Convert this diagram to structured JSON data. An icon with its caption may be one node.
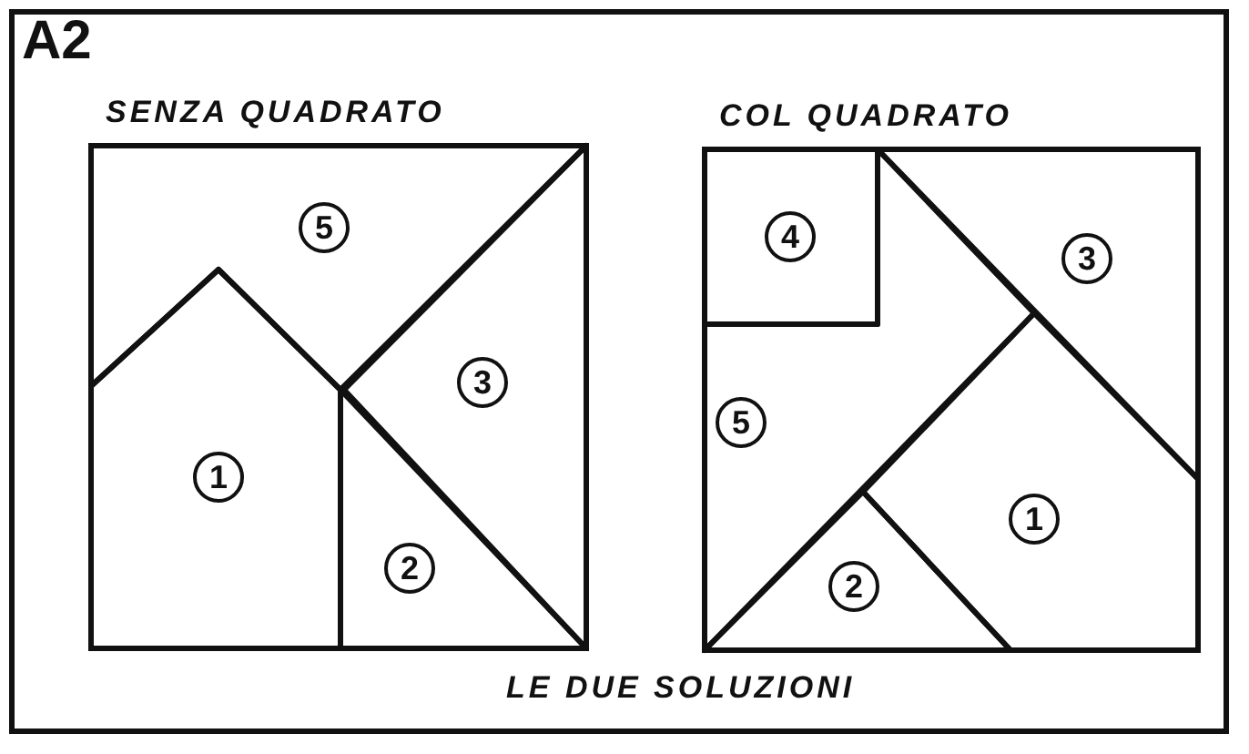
{
  "diagram": {
    "title": "A2",
    "caption": "LE DUE SOLUZIONI",
    "nodes": [
      {
        "text": [
          "SENZA QUADRATO"
        ]
      },
      {
        "text": [
          "5"
        ],
        "in": 0
      },
      {
        "text": [
          "3"
        ],
        "in": 0
      },
      {
        "text": [
          "1"
        ],
        "in": 0
      },
      {
        "text": [
          "2"
        ],
        "in": 0
      },
      {
        "text": [
          "COL QUADRATO"
        ]
      },
      {
        "text": [
          "4"
        ],
        "in": 5
      },
      {
        "text": [
          "3"
        ],
        "in": 5
      },
      {
        "text": [
          "5"
        ],
        "in": 5
      },
      {
        "text": [
          "1"
        ],
        "in": 5
      },
      {
        "text": [
          "2"
        ],
        "in": 5
      }
    ]
  }
}
